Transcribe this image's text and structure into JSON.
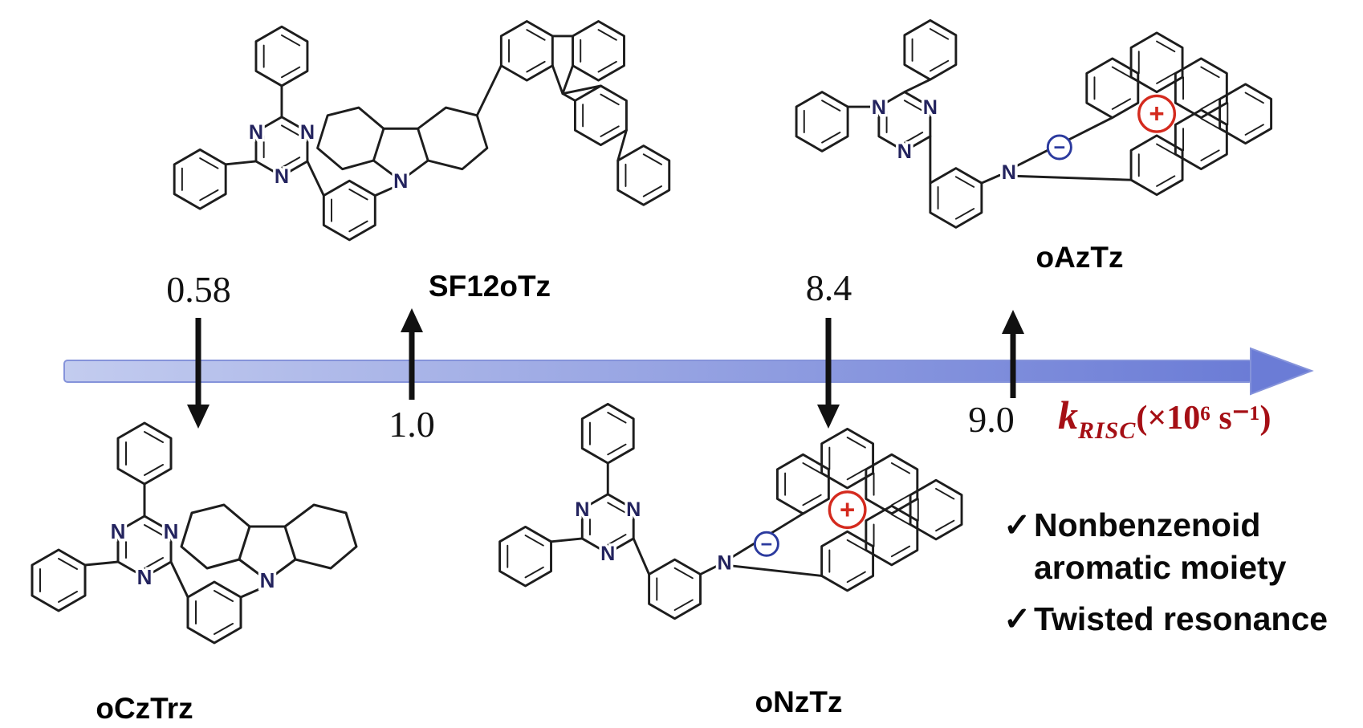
{
  "figure": {
    "axis": {
      "values": [
        "0.58",
        "1.0",
        "8.4",
        "9.0"
      ],
      "arrow_gradient": [
        "#c3ccef",
        "#6b7cd6"
      ],
      "label": {
        "k": "k",
        "sub": "RISC",
        "units": "(×10⁶ s⁻¹)"
      },
      "label_color": "#a50f15"
    },
    "molecules": [
      {
        "name": "oCzTrz",
        "value": "0.58",
        "position": "bottom-left"
      },
      {
        "name": "SF12oTz",
        "value": "1.0",
        "position": "top-center"
      },
      {
        "name": "oNzTz",
        "value": "8.4",
        "position": "bottom-center"
      },
      {
        "name": "oAzTz",
        "value": "9.0",
        "position": "top-right"
      }
    ],
    "checklist": [
      {
        "mark": "✓",
        "text": "Nonbenzenoid aromatic moiety"
      },
      {
        "mark": "✓",
        "text": "Twisted resonance"
      }
    ],
    "atom_label": "N",
    "charges": {
      "plus": "+",
      "minus": "−",
      "plus_color": "#d42a1e",
      "minus_color": "#2b3a9e"
    }
  }
}
